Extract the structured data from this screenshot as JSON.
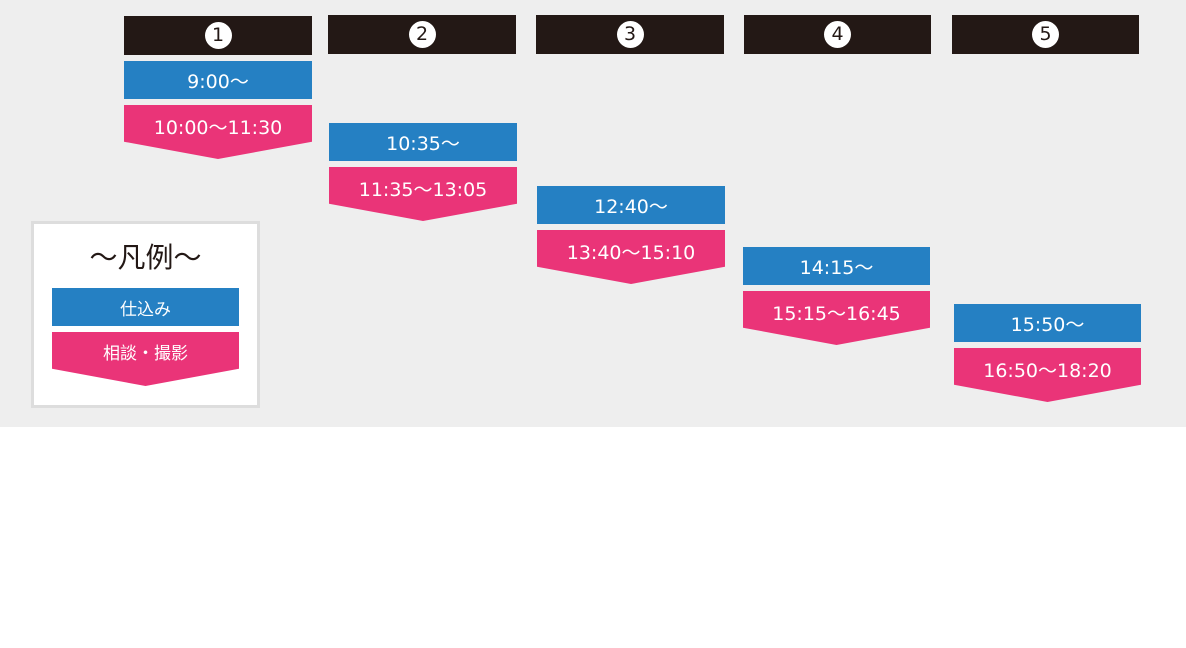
{
  "colors": {
    "header": "#231815",
    "prep": "#2580c3",
    "session": "#ea3478",
    "panel": "#eeeeee"
  },
  "slots": [
    {
      "number": "1",
      "prep": "9:00〜",
      "session": "10:00〜11:30"
    },
    {
      "number": "2",
      "prep": "10:35〜",
      "session": "11:35〜13:05"
    },
    {
      "number": "3",
      "prep": "12:40〜",
      "session": "13:40〜15:10"
    },
    {
      "number": "4",
      "prep": "14:15〜",
      "session": "15:15〜16:45"
    },
    {
      "number": "5",
      "prep": "15:50〜",
      "session": "16:50〜18:20"
    }
  ],
  "legend": {
    "title": "〜凡例〜",
    "prep_label": "仕込み",
    "session_label": "相談・撮影"
  }
}
